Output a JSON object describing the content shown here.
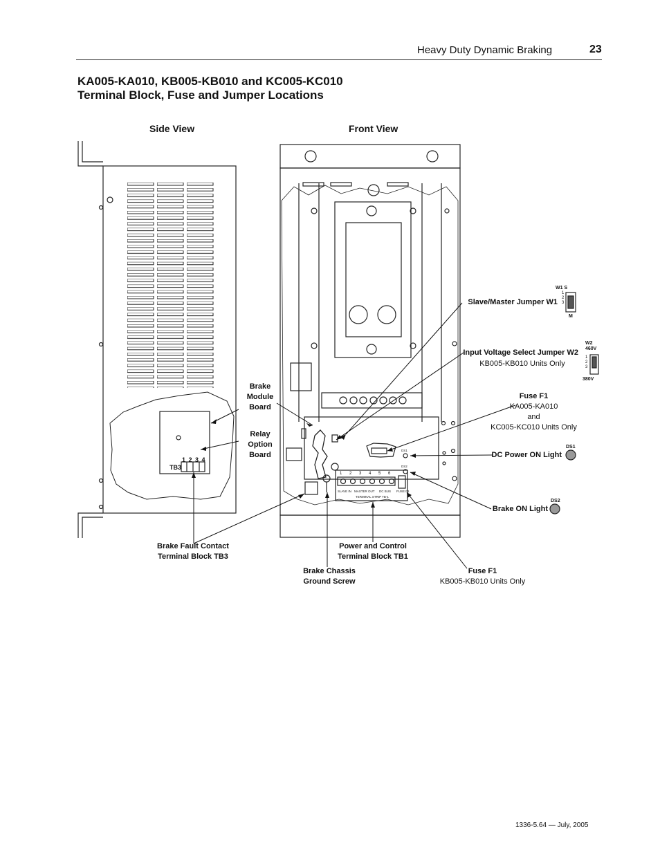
{
  "header": {
    "section": "Heavy Duty Dynamic Braking",
    "page": "23"
  },
  "title": {
    "line1": "KA005-KA010, KB005-KB010 and KC005-KC010",
    "line2": "Terminal Block, Fuse and Jumper Locations"
  },
  "views": {
    "side": "Side View",
    "front": "Front View"
  },
  "labels": {
    "brake_module": [
      "Brake",
      "Module",
      "Board"
    ],
    "relay_option": [
      "Relay",
      "Option",
      "Board"
    ],
    "tb3_numbers": "1 2 3 4",
    "tb3": "TB3",
    "slave_master": "Slave/Master Jumper W1",
    "w1_header": "W1  S",
    "w1_pins": [
      "1",
      "2",
      "3"
    ],
    "w1_m": "M",
    "input_voltage": "Input Voltage Select Jumper W2",
    "input_voltage_sub": "KB005-KB010 Units Only",
    "w2_header": "W2",
    "w2_460": "460V",
    "w2_pins": [
      "1",
      "2",
      "3"
    ],
    "w2_380": "380V",
    "fuse_f1_top": "Fuse F1",
    "fuse_f1_top_sub": [
      "KA005-KA010",
      "and",
      "KC005-KC010 Units Only"
    ],
    "dc_power": "DC Power ON Light",
    "ds1": "DS1",
    "ds2": "DS2",
    "brake_on": "Brake ON Light",
    "brake_fault": [
      "Brake Fault Contact",
      "Terminal Block TB3"
    ],
    "power_control": [
      "Power and Control",
      "Terminal Block TB1"
    ],
    "brake_chassis": [
      "Brake Chassis",
      "Ground Screw"
    ],
    "fuse_f1_bottom": "Fuse F1",
    "fuse_f1_bottom_sub": "KB005-KB010 Units Only",
    "tb1_terminals": [
      "1",
      "2",
      "3",
      "4",
      "5",
      "6"
    ],
    "tb1_groups": [
      "SLAVE IN",
      "MASTER OUT",
      "DC BUS",
      "FUSE F1"
    ],
    "tb1_strip": "TERMINAL STRIP TB-1",
    "board_ds1": "DS1",
    "board_ds2": "DS2"
  },
  "footer": "1336-5.64 — July, 2005"
}
